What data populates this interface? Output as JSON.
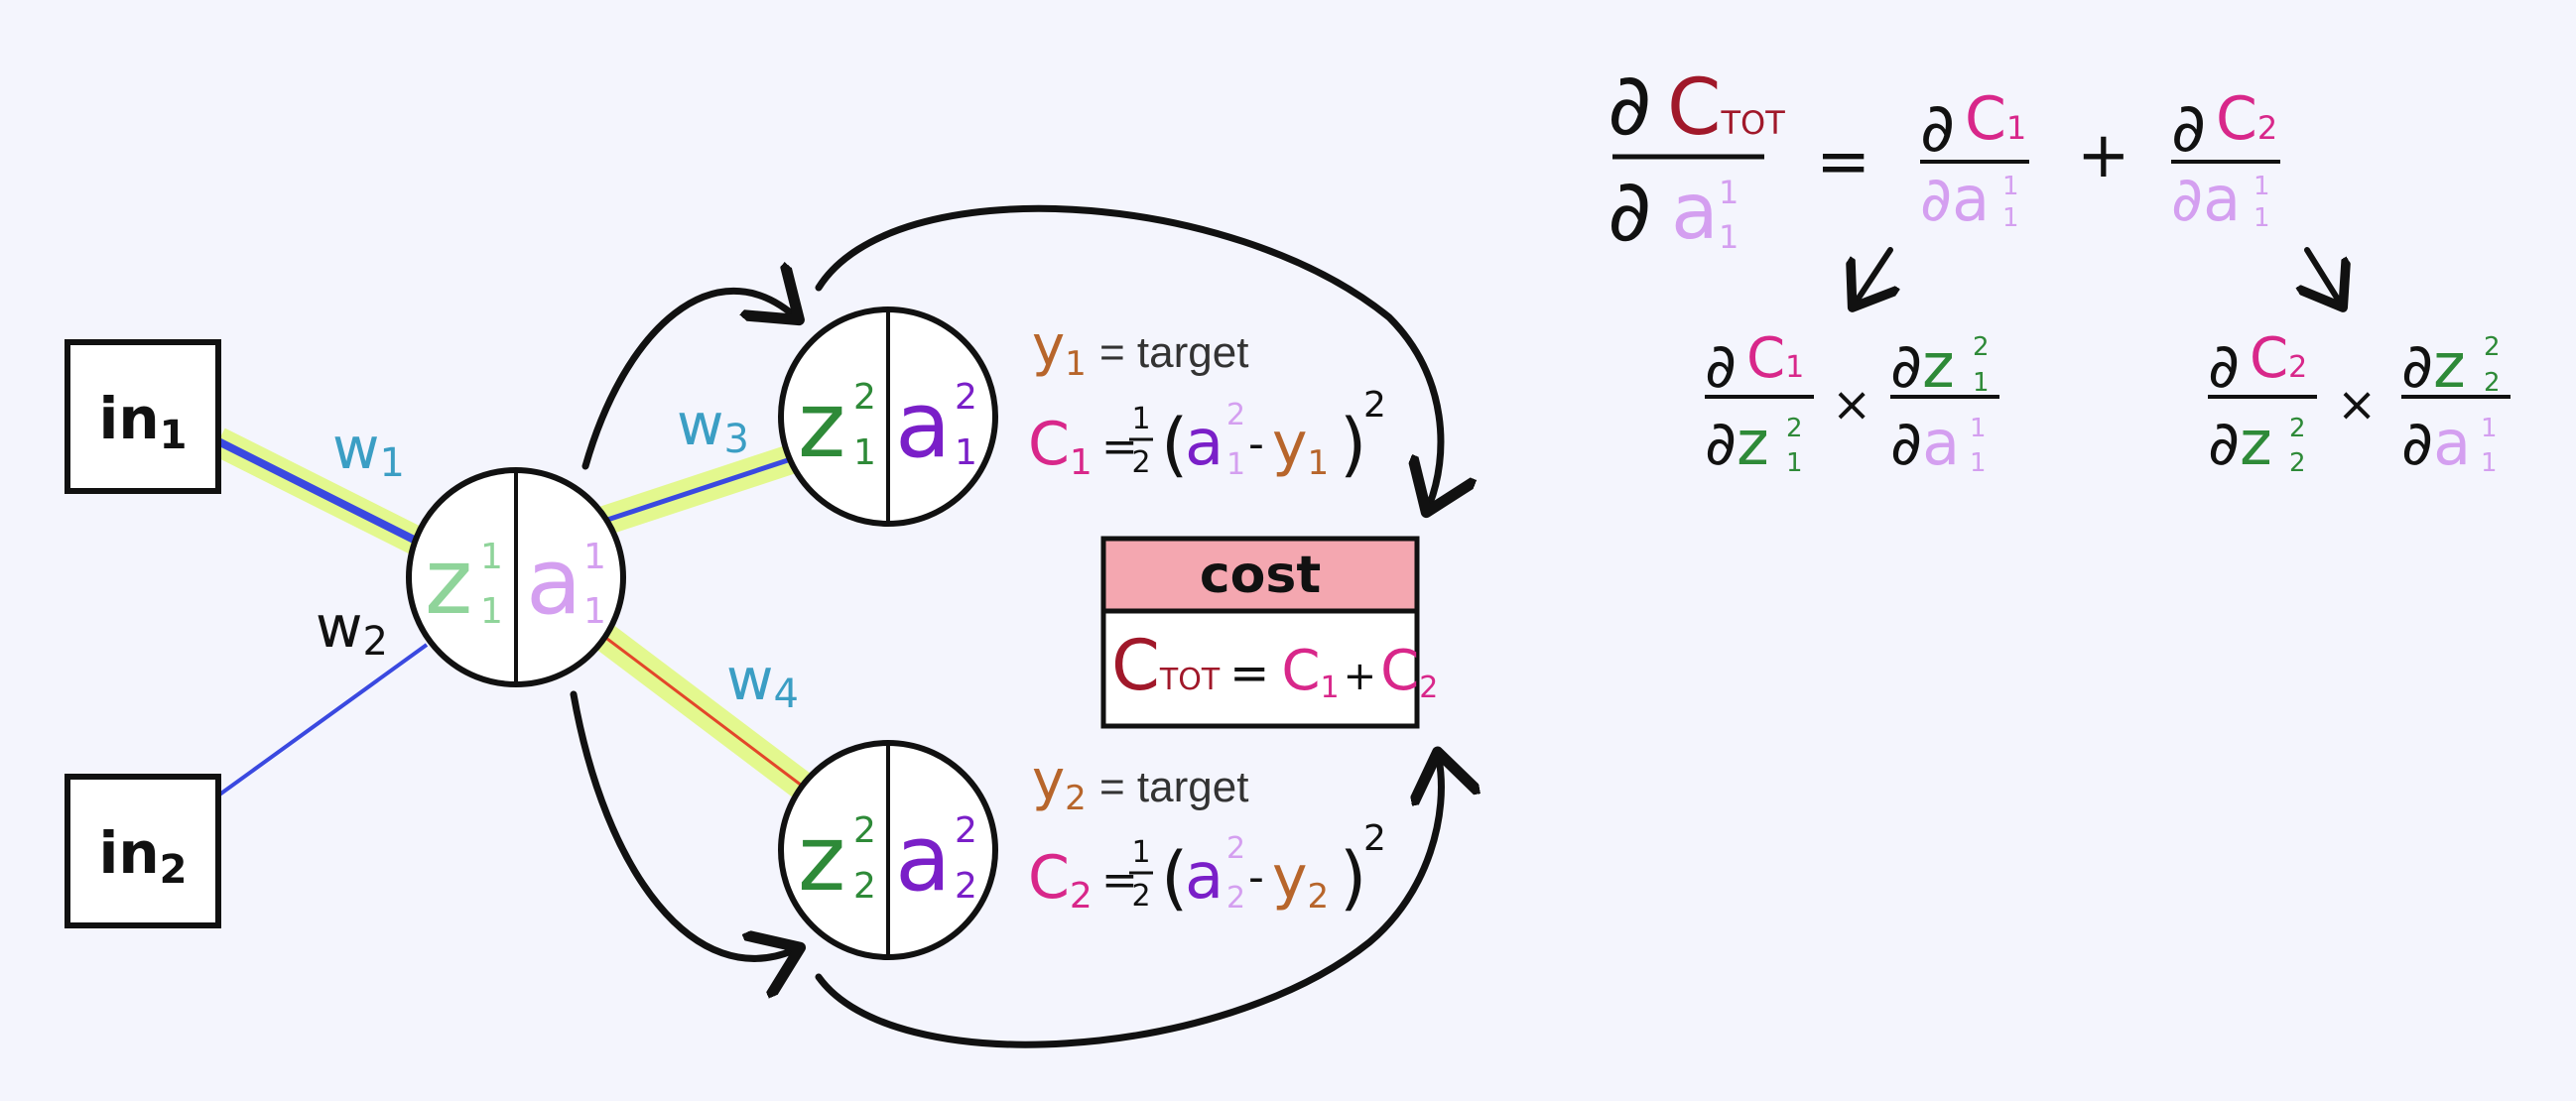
{
  "colors": {
    "background": "#f4f5fd",
    "ink": "#111111",
    "weight_label": "#3b9ec4",
    "z_light": "#8fd49a",
    "a_light": "#d49ff0",
    "z_dark": "#2e8a38",
    "a_dark": "#7a1fc8",
    "cost_c": "#d8278a",
    "target_y": "#b7652b",
    "c_total": "#a0182a",
    "cost_header": "#f4a7b0",
    "edge_blue": "#3a49e0",
    "edge_red": "#e3462a",
    "edge_highlight": "#e3f88e"
  },
  "inputs": [
    {
      "label": "in",
      "sub": "1"
    },
    {
      "label": "in",
      "sub": "2"
    }
  ],
  "weights": [
    {
      "w": "w",
      "sub": "1"
    },
    {
      "w": "w",
      "sub": "2"
    },
    {
      "w": "w",
      "sub": "3"
    },
    {
      "w": "w",
      "sub": "4"
    }
  ],
  "hidden_node": {
    "z": "z",
    "z_sup": "1",
    "z_sub": "1",
    "a": "a",
    "a_sup": "1",
    "a_sub": "1"
  },
  "output_nodes": [
    {
      "z": "z",
      "z_sup": "2",
      "z_sub": "1",
      "a": "a",
      "a_sup": "2",
      "a_sub": "1"
    },
    {
      "z": "z",
      "z_sup": "2",
      "z_sub": "2",
      "a": "a",
      "a_sup": "2",
      "a_sub": "2"
    }
  ],
  "targets": [
    {
      "y": "y",
      "sub": "1",
      "eq": "= target"
    },
    {
      "y": "y",
      "sub": "2",
      "eq": "= target"
    }
  ],
  "cost_formulas": [
    {
      "c": "C",
      "sub": "1",
      "eq": "=",
      "half_num": "1",
      "half_den": "2",
      "open": "(",
      "a": "a",
      "a_sup": "2",
      "a_sub": "1",
      "minus": "-",
      "y": "y",
      "y_sub": "1",
      "close": ")",
      "power": "2"
    },
    {
      "c": "C",
      "sub": "2",
      "eq": "=",
      "half_num": "1",
      "half_den": "2",
      "open": "(",
      "a": "a",
      "a_sup": "2",
      "a_sub": "2",
      "minus": "-",
      "y": "y",
      "y_sub": "2",
      "close": ")",
      "power": "2"
    }
  ],
  "cost_box": {
    "title": "cost",
    "lhs": "C",
    "lhs_sub": "TOT",
    "eq": "=",
    "c1": "C",
    "c1_sub": "1",
    "plus": "+",
    "c2": "C",
    "c2_sub": "2"
  },
  "derivation": {
    "partial": "∂",
    "lhs_num": "C",
    "lhs_num_sub": "TOT",
    "lhs_den": "a",
    "lhs_den_sup": "1",
    "lhs_den_sub": "1",
    "eq": "=",
    "plus": "+",
    "times": "×",
    "term1": {
      "num": "C",
      "num_sub": "1",
      "den": "a",
      "den_sup": "1",
      "den_sub": "1"
    },
    "term2": {
      "num": "C",
      "num_sub": "2",
      "den": "a",
      "den_sup": "1",
      "den_sub": "1"
    },
    "chain1": [
      {
        "num": "C",
        "num_sub": "1",
        "den": "z",
        "den_sup": "2",
        "den_sub": "1"
      },
      {
        "num": "z",
        "num_sup": "2",
        "num_sub": "1",
        "den": "a",
        "den_sup": "1",
        "den_sub": "1"
      }
    ],
    "chain2": [
      {
        "num": "C",
        "num_sub": "2",
        "den": "z",
        "den_sup": "2",
        "den_sub": "2"
      },
      {
        "num": "z",
        "num_sup": "2",
        "num_sub": "2",
        "den": "a",
        "den_sup": "1",
        "den_sub": "1"
      }
    ]
  }
}
